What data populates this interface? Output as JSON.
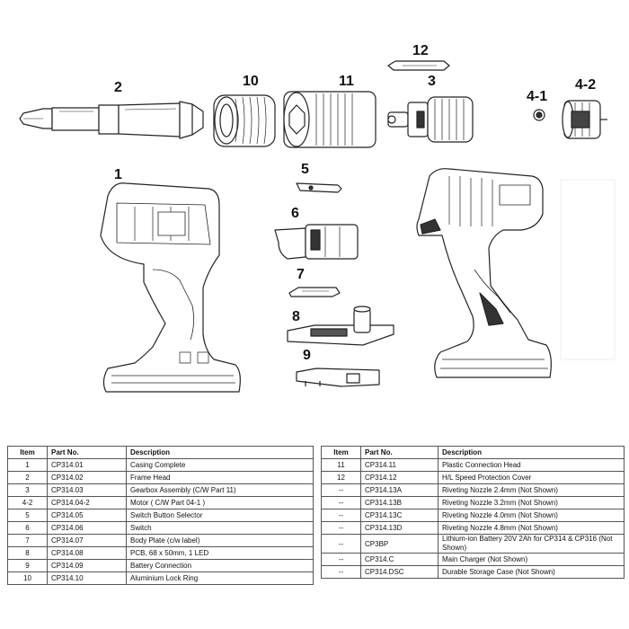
{
  "callouts": {
    "c1": "1",
    "c2": "2",
    "c3": "3",
    "c4_1": "4-1",
    "c4_2": "4-2",
    "c5": "5",
    "c6": "6",
    "c7": "7",
    "c8": "8",
    "c9": "9",
    "c10": "10",
    "c11": "11",
    "c12": "12"
  },
  "table_headers": {
    "item": "Item",
    "part_no": "Part No.",
    "description": "Description"
  },
  "parts_left": [
    {
      "item": "1",
      "part_no": "CP314.01",
      "description": "Casing Complete"
    },
    {
      "item": "2",
      "part_no": "CP314.02",
      "description": "Frame Head"
    },
    {
      "item": "3",
      "part_no": "CP314.03",
      "description": "Gearbox Assembly (C/W Part 11)"
    },
    {
      "item": "4-2",
      "part_no": "CP314.04-2",
      "description": "Motor ( C/W Part  04-1 )"
    },
    {
      "item": "5",
      "part_no": "CP314.05",
      "description": "Switch Button Selector"
    },
    {
      "item": "6",
      "part_no": "CP314.06",
      "description": "Switch"
    },
    {
      "item": "7",
      "part_no": "CP314.07",
      "description": "Body Plate (c/w label)"
    },
    {
      "item": "8",
      "part_no": "CP314.08",
      "description": "PCB, 68 x 50mm, 1 LED"
    },
    {
      "item": "9",
      "part_no": "CP314.09",
      "description": "Battery Connection"
    },
    {
      "item": "10",
      "part_no": "CP314.10",
      "description": "Aluminium Lock Ring"
    }
  ],
  "parts_right": [
    {
      "item": "11",
      "part_no": "CP314.11",
      "description": "Plastic Connection Head"
    },
    {
      "item": "12",
      "part_no": "CP314.12",
      "description": "H/L Speed Protection Cover"
    },
    {
      "item": "--",
      "part_no": "CP314.13A",
      "description": "Riveting Nozzle 2.4mm (Not Shown)"
    },
    {
      "item": "--",
      "part_no": "CP314.13B",
      "description": "Riveting Nozzle 3.2mm (Not Shown)"
    },
    {
      "item": "--",
      "part_no": "CP314.13C",
      "description": "Riveting Nozzle 4.0mm (Not Shown)"
    },
    {
      "item": "--",
      "part_no": "CP314.13D",
      "description": "Riveting Nozzle 4.8mm (Not Shown)"
    },
    {
      "item": "--",
      "part_no": "CP3BP",
      "description": "Lithium-ion Battery 20V 2Ah for CP314 & CP316 (Not Shown)"
    },
    {
      "item": "--",
      "part_no": "CP314.C",
      "description": "Main Charger (Not Shown)"
    },
    {
      "item": "--",
      "part_no": "CP314.DSC",
      "description": "Durable Storage Case (Not Shown)"
    }
  ]
}
